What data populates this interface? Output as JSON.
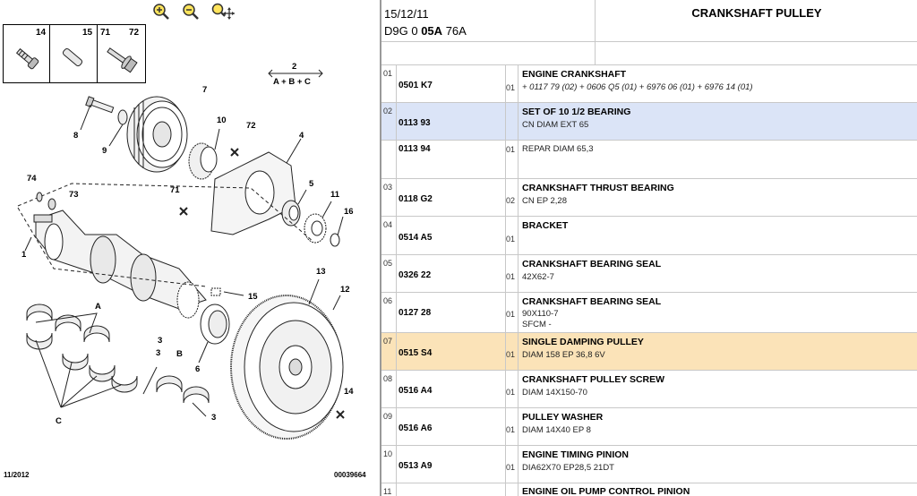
{
  "toolbar": {
    "zoom_in": "zoom-in",
    "zoom_out": "zoom-out",
    "zoom_pan": "zoom-pan"
  },
  "thumbs": [
    {
      "num": "14"
    },
    {
      "num": "15"
    },
    {
      "num": "71"
    },
    {
      "num": "72"
    }
  ],
  "diagram": {
    "group_num": "2",
    "group_formula": "A + B + C",
    "labels": [
      "1",
      "3",
      "3",
      "3",
      "4",
      "5",
      "6",
      "7",
      "8",
      "9",
      "10",
      "11",
      "12",
      "13",
      "14",
      "15",
      "16",
      "71",
      "72",
      "73",
      "74",
      "A",
      "B",
      "C"
    ],
    "footer_date": "11/2012",
    "footer_ref": "00039664"
  },
  "header": {
    "date": "15/12/11",
    "code_prefix": "D9G 0",
    "code_bold": "05A",
    "code_suffix": "76A",
    "title": "CRANKSHAFT PULLEY"
  },
  "rows": [
    {
      "idx": "01",
      "ref": "0501 K7",
      "qty": "01",
      "title": "ENGINE CRANKSHAFT",
      "desc": "+ 0117 79 (02) + 0606 Q5 (01) + 6976 06 (01) + 6976 14 (01)",
      "desc2": ""
    },
    {
      "idx": "02",
      "ref": "0113 93",
      "qty": "",
      "title": "SET OF 10 1/2 BEARING",
      "desc": "CN DIAM EXT 65",
      "desc2": ""
    },
    {
      "idx": "",
      "ref": "0113 94",
      "qty": "01",
      "title": "",
      "desc": "REPAR DIAM 65,3",
      "desc2": ""
    },
    {
      "idx": "03",
      "ref": "0118 G2",
      "qty": "02",
      "title": "CRANKSHAFT THRUST BEARING",
      "desc": "CN EP 2,28",
      "desc2": ""
    },
    {
      "idx": "04",
      "ref": "0514 A5",
      "qty": "01",
      "title": "BRACKET",
      "desc": "",
      "desc2": ""
    },
    {
      "idx": "05",
      "ref": "0326 22",
      "qty": "01",
      "title": "CRANKSHAFT BEARING SEAL",
      "desc": "42X62-7",
      "desc2": ""
    },
    {
      "idx": "06",
      "ref": "0127 28",
      "qty": "01",
      "title": "CRANKSHAFT BEARING SEAL",
      "desc": "90X110-7",
      "desc2": "SFCM -"
    },
    {
      "idx": "07",
      "ref": "0515 S4",
      "qty": "01",
      "title": "SINGLE DAMPING PULLEY",
      "desc": "DIAM 158 EP 36,8 6V",
      "desc2": ""
    },
    {
      "idx": "08",
      "ref": "0516 A4",
      "qty": "01",
      "title": "CRANKSHAFT PULLEY SCREW",
      "desc": "DIAM 14X150-70",
      "desc2": ""
    },
    {
      "idx": "09",
      "ref": "0516 A6",
      "qty": "01",
      "title": "PULLEY WASHER",
      "desc": "DIAM 14X40 EP 8",
      "desc2": ""
    },
    {
      "idx": "10",
      "ref": "0513 A9",
      "qty": "01",
      "title": "ENGINE TIMING PINION",
      "desc": "DIA62X70 EP28,5 21DT",
      "desc2": ""
    },
    {
      "idx": "11",
      "ref": "",
      "qty": "",
      "title": "ENGINE OIL PUMP CONTROL PINION",
      "desc": "",
      "desc2": ""
    }
  ]
}
